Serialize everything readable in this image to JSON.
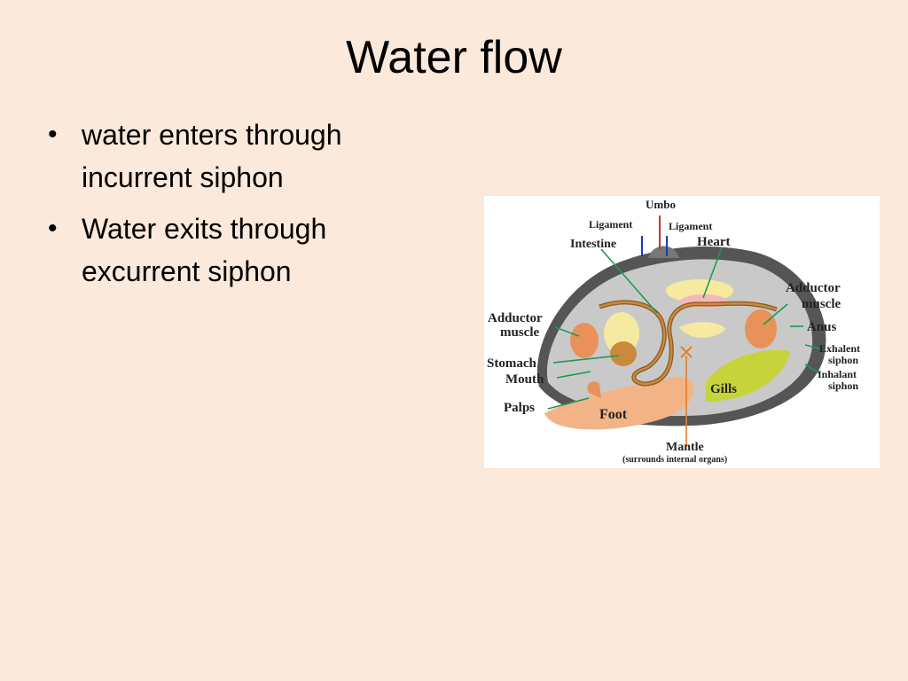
{
  "colors": {
    "background": "#fbe9db",
    "shell": "#555555",
    "mantle": "#c9c9c9",
    "adductor": "#e8925a",
    "foot": "#f2b486",
    "gills": "#c7d33a",
    "heart": "#f4b8b8",
    "organ_yellow": "#f6eaa0",
    "digestive": "#c98a3e",
    "leader": "#1a9a50",
    "umbo_line": "#c0392b",
    "ligament_line": "#1a3cb0",
    "mantle_mark": "#e67e22"
  },
  "slide": {
    "title": "Water flow",
    "bullets": [
      "water enters through incurrent siphon",
      "Water exits through excurrent siphon"
    ]
  },
  "diagram": {
    "labels": {
      "umbo": "Umbo",
      "ligament_left": "Ligament",
      "ligament_right": "Ligament",
      "intestine": "Intestine",
      "heart": "Heart",
      "adductor_right_1": "Adductor",
      "adductor_right_2": "muscle",
      "anus": "Anus",
      "exhalent_1": "Exhalent",
      "exhalent_2": "siphon",
      "inhalant_1": "Inhalant",
      "inhalant_2": "siphon",
      "adductor_left_1": "Adductor",
      "adductor_left_2": "muscle",
      "stomach": "Stomach",
      "mouth": "Mouth",
      "palps": "Palps",
      "foot": "Foot",
      "gills": "Gills",
      "mantle": "Mantle",
      "mantle_note": "(surrounds internal organs)"
    }
  }
}
